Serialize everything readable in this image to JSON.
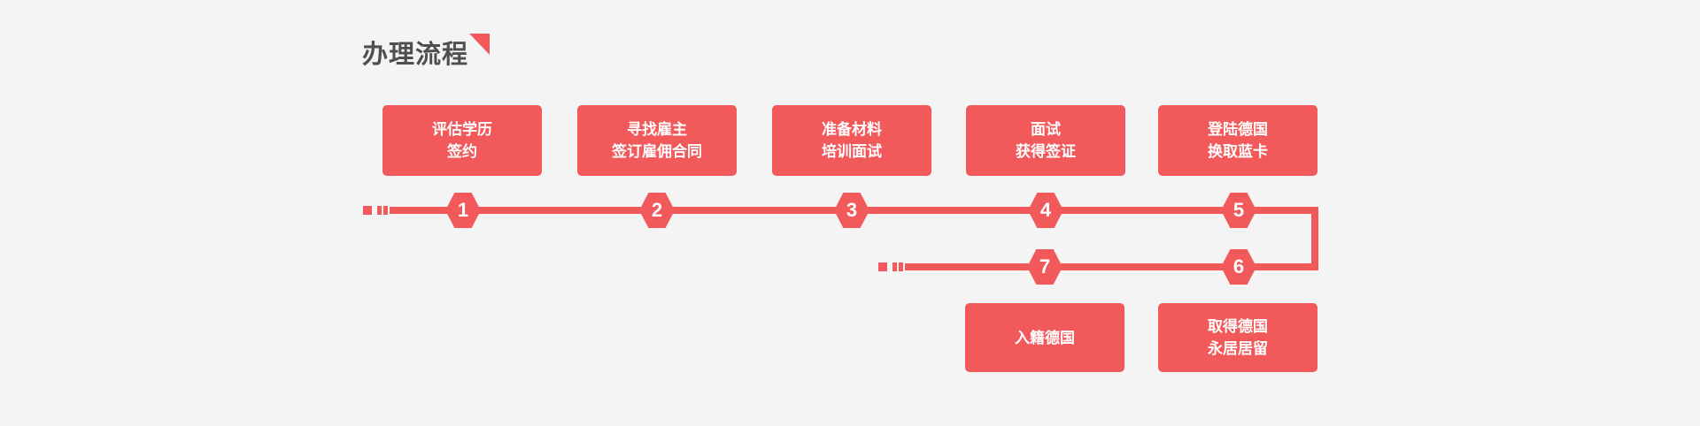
{
  "colors": {
    "background": "#f4f4f5",
    "accent_red": "#f1595b",
    "title_text": "#4f4f4f",
    "box_text": "#ffffff"
  },
  "header": {
    "title": "办理流程"
  },
  "flow": {
    "steps": [
      {
        "number": "1",
        "label": "评估学历\n签约"
      },
      {
        "number": "2",
        "label": "寻找雇主\n签订雇佣合同"
      },
      {
        "number": "3",
        "label": "准备材料\n培训面试"
      },
      {
        "number": "4",
        "label": "面试\n获得签证"
      },
      {
        "number": "5",
        "label": "登陆德国\n换取蓝卡"
      },
      {
        "number": "6",
        "label": "取得德国\n永居居留"
      },
      {
        "number": "7",
        "label": "入籍德国"
      }
    ]
  }
}
